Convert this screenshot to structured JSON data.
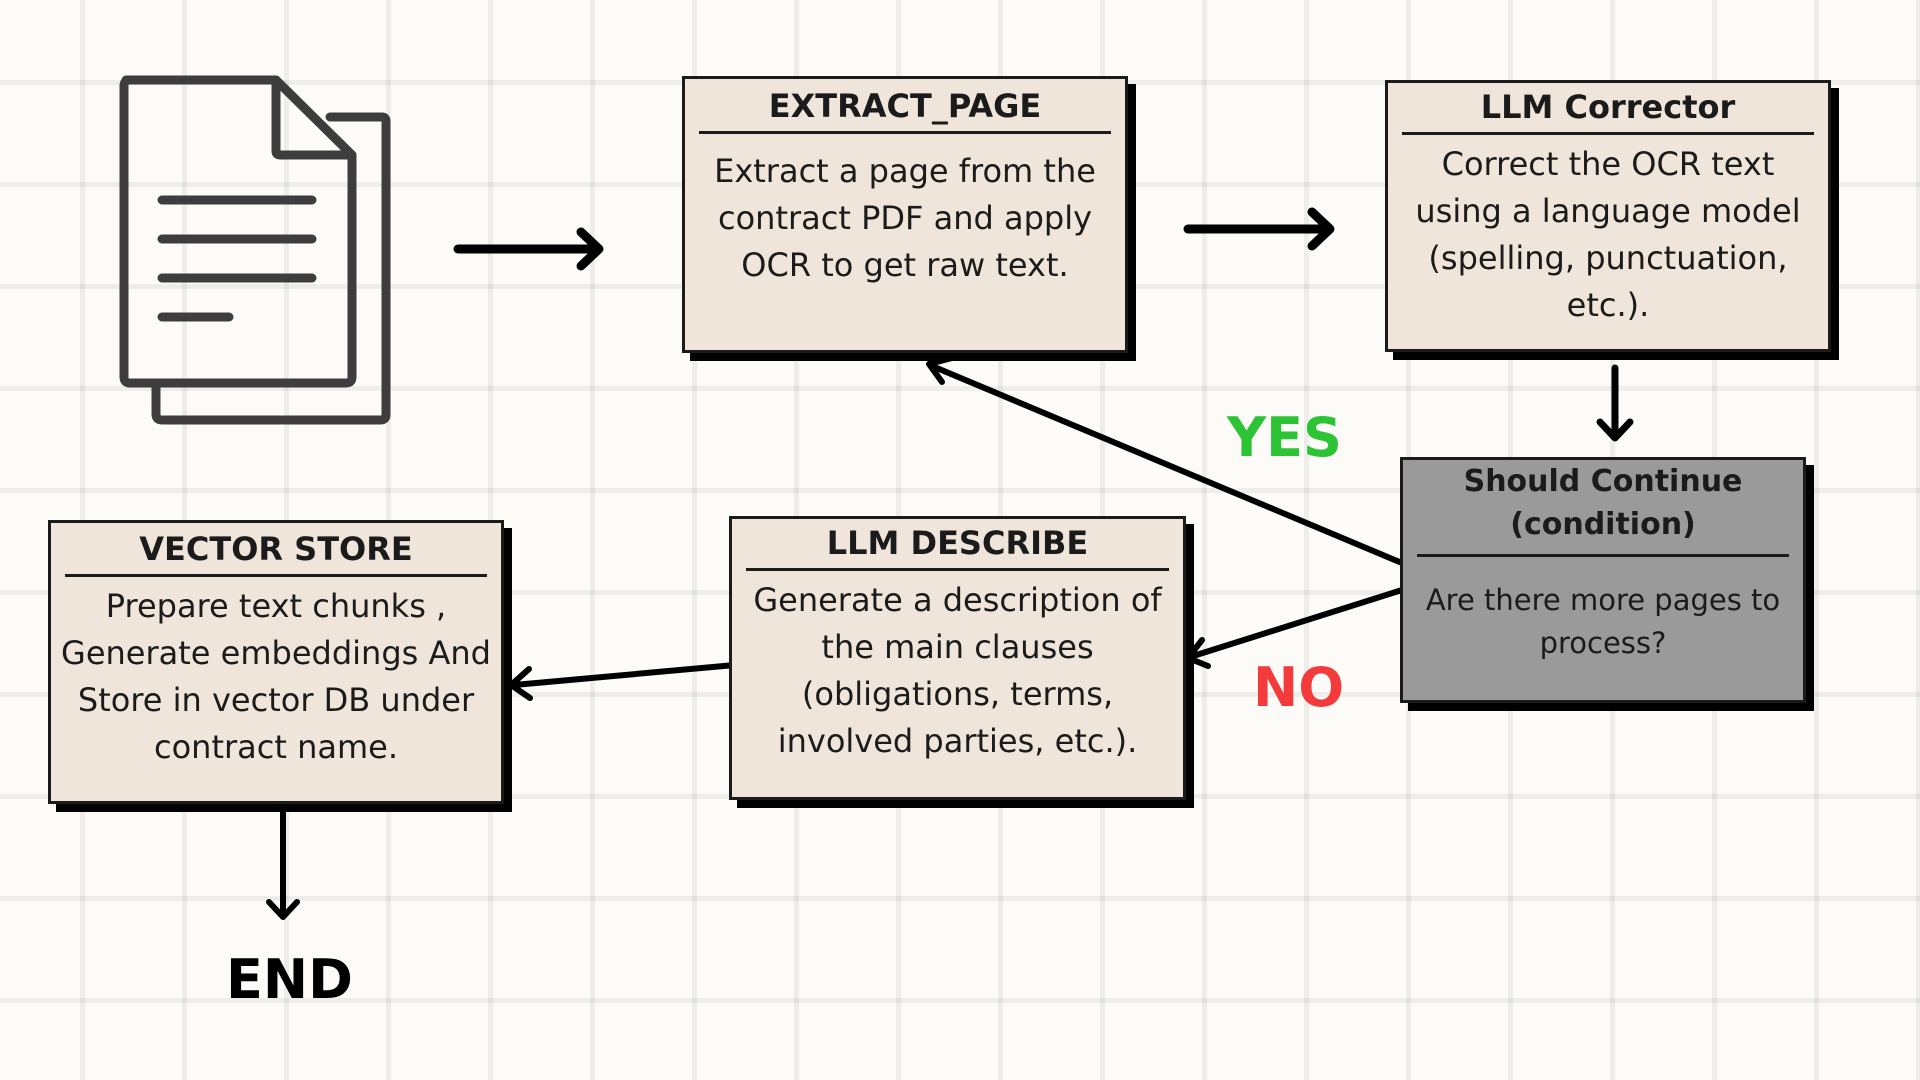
{
  "colors": {
    "box_fill": "#efe5da",
    "condition_fill": "#9a9a9a",
    "yes_label": "#2cc435",
    "no_label": "#f33b3b",
    "ink": "#1b1b1b",
    "background": "#fcfbf8"
  },
  "icon": "documents-icon",
  "nodes": {
    "extract_page": {
      "title": "EXTRACT_PAGE",
      "body": "Extract a page from the contract PDF and apply OCR to get raw text."
    },
    "llm_corrector": {
      "title": "LLM Corrector",
      "body": "Correct the OCR text using a language model (spelling, punctuation, etc.)."
    },
    "should_continue": {
      "title": "Should Continue (condition)",
      "body": "Are there more pages to process?"
    },
    "llm_describe": {
      "title": "LLM DESCRIBE",
      "body": "Generate a description of the main clauses (obligations, terms, involved parties, etc.)."
    },
    "vector_store": {
      "title": "VECTOR STORE",
      "body": "Prepare text chunks , Generate embeddings And Store in vector DB under contract name."
    }
  },
  "edge_labels": {
    "yes": "YES",
    "no": "NO"
  },
  "end_label": "END"
}
